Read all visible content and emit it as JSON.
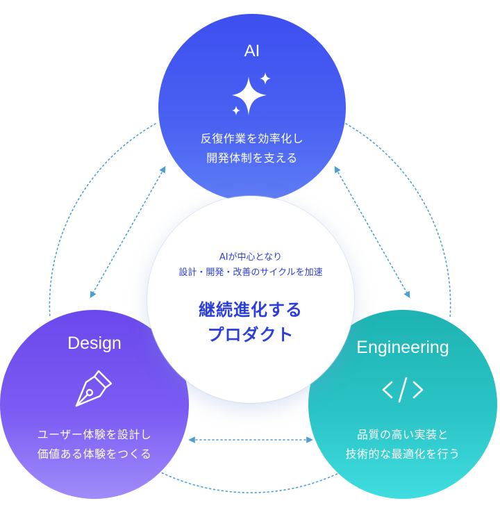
{
  "center": {
    "subtitle_line1": "AIが中心となり",
    "subtitle_line2": "設計・開発・改善のサイクルを加速",
    "title_line1": "継続進化する",
    "title_line2": "プロダクト"
  },
  "nodes": {
    "ai": {
      "title": "AI",
      "icon": "sparkle-icon",
      "desc_line1": "反復作業を効率化し",
      "desc_line2": "開発体制を支える",
      "color": "#3d4ff0"
    },
    "design": {
      "title": "Design",
      "icon": "pen-nib-icon",
      "desc_line1": "ユーザー体験を設計し",
      "desc_line2": "価値ある体験をつくる",
      "color": "#7c5cf3"
    },
    "engineering": {
      "title": "Engineering",
      "icon": "code-icon",
      "desc_line1": "品質の高い実装と",
      "desc_line2": "技術的な最適化を行う",
      "color": "#2bc4c6"
    }
  },
  "colors": {
    "connector": "#4a9fd6",
    "center_text": "#2b3fd8"
  }
}
